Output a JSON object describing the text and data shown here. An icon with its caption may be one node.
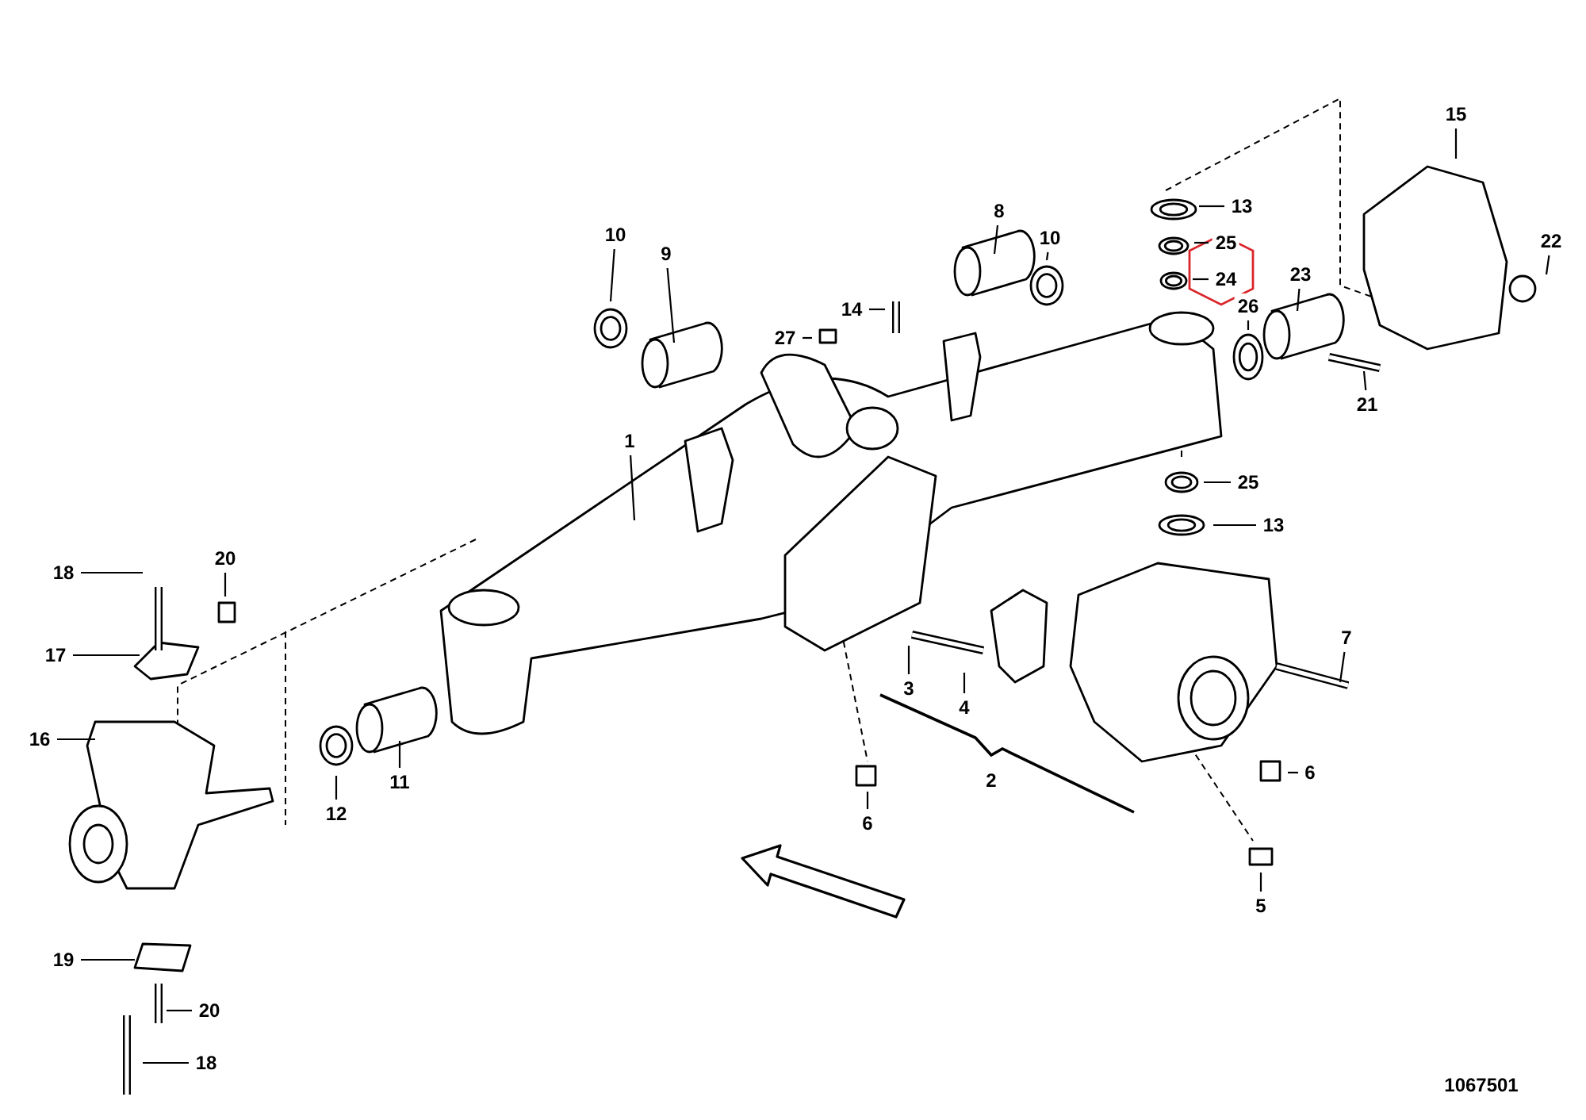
{
  "diagram": {
    "nodes": [
      {
        "text": [
          "15"
        ]
      },
      {
        "text": [
          "13"
        ]
      },
      {
        "text": [
          "8"
        ]
      },
      {
        "text": [
          "10"
        ]
      },
      {
        "text": [
          "10"
        ]
      },
      {
        "text": [
          "25"
        ]
      },
      {
        "text": [
          "22"
        ]
      },
      {
        "text": [
          "9"
        ]
      },
      {
        "text": [
          "23"
        ]
      },
      {
        "text": [
          "24"
        ]
      },
      {
        "text": [
          "26"
        ]
      },
      {
        "text": [
          "14"
        ]
      },
      {
        "text": [
          "27"
        ]
      },
      {
        "text": [
          "21"
        ]
      },
      {
        "text": [
          "1"
        ]
      },
      {
        "text": [
          "25"
        ]
      },
      {
        "text": [
          "13"
        ]
      },
      {
        "text": [
          "20"
        ]
      },
      {
        "text": [
          "18"
        ]
      },
      {
        "text": [
          "7"
        ]
      },
      {
        "text": [
          "17"
        ]
      },
      {
        "text": [
          "3"
        ]
      },
      {
        "text": [
          "4"
        ]
      },
      {
        "text": [
          "16"
        ]
      },
      {
        "text": [
          "6"
        ]
      },
      {
        "text": [
          "11"
        ]
      },
      {
        "text": [
          "12"
        ]
      },
      {
        "text": [
          "6"
        ]
      },
      {
        "text": [
          "5"
        ]
      },
      {
        "text": [
          "19"
        ]
      },
      {
        "text": [
          "20"
        ]
      },
      {
        "text": [
          "18"
        ]
      }
    ],
    "edges": [
      {
        "from": 0,
        "to": null,
        "arrow": "none"
      },
      {
        "from": 1,
        "to": null,
        "arrow": "none"
      },
      {
        "from": 2,
        "to": null,
        "arrow": "none"
      },
      {
        "from": 3,
        "to": null,
        "arrow": "none"
      },
      {
        "from": 4,
        "to": null,
        "arrow": "none"
      },
      {
        "from": 5,
        "to": null,
        "arrow": "none"
      },
      {
        "from": 6,
        "to": null,
        "arrow": "none"
      },
      {
        "from": 7,
        "to": null,
        "arrow": "none"
      },
      {
        "from": 8,
        "to": null,
        "arrow": "none"
      },
      {
        "from": 9,
        "to": null,
        "arrow": "none"
      },
      {
        "from": 10,
        "to": null,
        "arrow": "none"
      },
      {
        "from": 11,
        "to": null,
        "arrow": "none"
      },
      {
        "from": 12,
        "to": null,
        "arrow": "none"
      },
      {
        "from": 13,
        "to": null,
        "arrow": "none"
      },
      {
        "from": 14,
        "to": null,
        "arrow": "none"
      },
      {
        "from": 15,
        "to": null,
        "arrow": "none"
      },
      {
        "from": 16,
        "to": null,
        "arrow": "none"
      },
      {
        "from": 17,
        "to": null,
        "arrow": "none"
      },
      {
        "from": 18,
        "to": null,
        "arrow": "none"
      },
      {
        "from": 19,
        "to": null,
        "arrow": "none"
      },
      {
        "from": 20,
        "to": null,
        "arrow": "none"
      },
      {
        "from": 21,
        "to": null,
        "arrow": "none"
      },
      {
        "from": 22,
        "to": null,
        "arrow": "none"
      },
      {
        "from": 23,
        "to": null,
        "arrow": "none"
      },
      {
        "from": 24,
        "to": null,
        "arrow": "none"
      },
      {
        "from": 25,
        "to": null,
        "arrow": "none"
      },
      {
        "from": 26,
        "to": null,
        "arrow": "none"
      },
      {
        "from": 27,
        "to": null,
        "arrow": "none"
      },
      {
        "from": 28,
        "to": null,
        "arrow": "none"
      },
      {
        "from": 29,
        "to": null,
        "arrow": "none"
      },
      {
        "from": 30,
        "to": null,
        "arrow": "none"
      },
      {
        "from": 31,
        "to": null,
        "arrow": "none"
      }
    ],
    "labels": [
      "2",
      "1067501"
    ]
  }
}
